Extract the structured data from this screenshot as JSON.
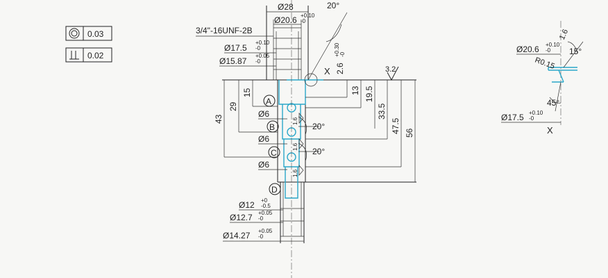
{
  "gdt": {
    "concentricity": {
      "symbol": "◎",
      "value": "0.03"
    },
    "perpendicularity": {
      "symbol": "⊥",
      "value": "0.02"
    }
  },
  "main": {
    "d28": "Ø28",
    "d20_6": "Ø20.6",
    "d20_6_tol_up": "+0.10",
    "d20_6_tol_dn": "-0",
    "angle_top": "20°",
    "thread": "3/4\"-16UNF-2B",
    "d17_5": "Ø17.5",
    "d17_5_tol_up": "+0.10",
    "d17_5_tol_dn": "-0",
    "d15_87": "Ø15.87",
    "d15_87_tol_up": "+0.05",
    "d15_87_tol_dn": "-0",
    "depth_2_6": "2.6",
    "depth_2_6_tol_up": "+0.30",
    "depth_2_6_tol_dn": "-0",
    "detail_ref": "X",
    "roughness": "3.2",
    "dim_15": "15",
    "dim_29": "29",
    "dim_43": "43",
    "dim_13": "13",
    "dim_19_5": "19.5",
    "dim_33_5": "33.5",
    "dim_47_5": "47.5",
    "dim_56": "56",
    "port_a": "A",
    "port_b": "B",
    "port_c": "C",
    "port_d": "D",
    "d6_1": "Ø6",
    "d6_2": "Ø6",
    "d6_3": "Ø6",
    "angle_b": "20°",
    "angle_c": "20°",
    "small_1": "1.6",
    "small_2": "1.6",
    "small_3": "1.6",
    "d12": "Ø12",
    "d12_tol_up": "+0",
    "d12_tol_dn": "-0.5",
    "d12_7": "Ø12.7",
    "d12_7_tol_up": "+0.05",
    "d12_7_tol_dn": "-0",
    "d14_27": "Ø14.27",
    "d14_27_tol_up": "+0.05",
    "d14_27_tol_dn": "-0"
  },
  "detail": {
    "d20_6": "Ø20.6",
    "d20_6_tol_up": "+0.10",
    "d20_6_tol_dn": "-0",
    "angle_15": "15°",
    "len_1_6": "1.6",
    "radius": "R0.15",
    "angle_45": "45°",
    "d17_5": "Ø17.5",
    "d17_5_tol_up": "+0.10",
    "d17_5_tol_dn": "-0",
    "label": "X"
  },
  "colors": {
    "ink": "#222222",
    "accent": "#2aa7c9"
  }
}
